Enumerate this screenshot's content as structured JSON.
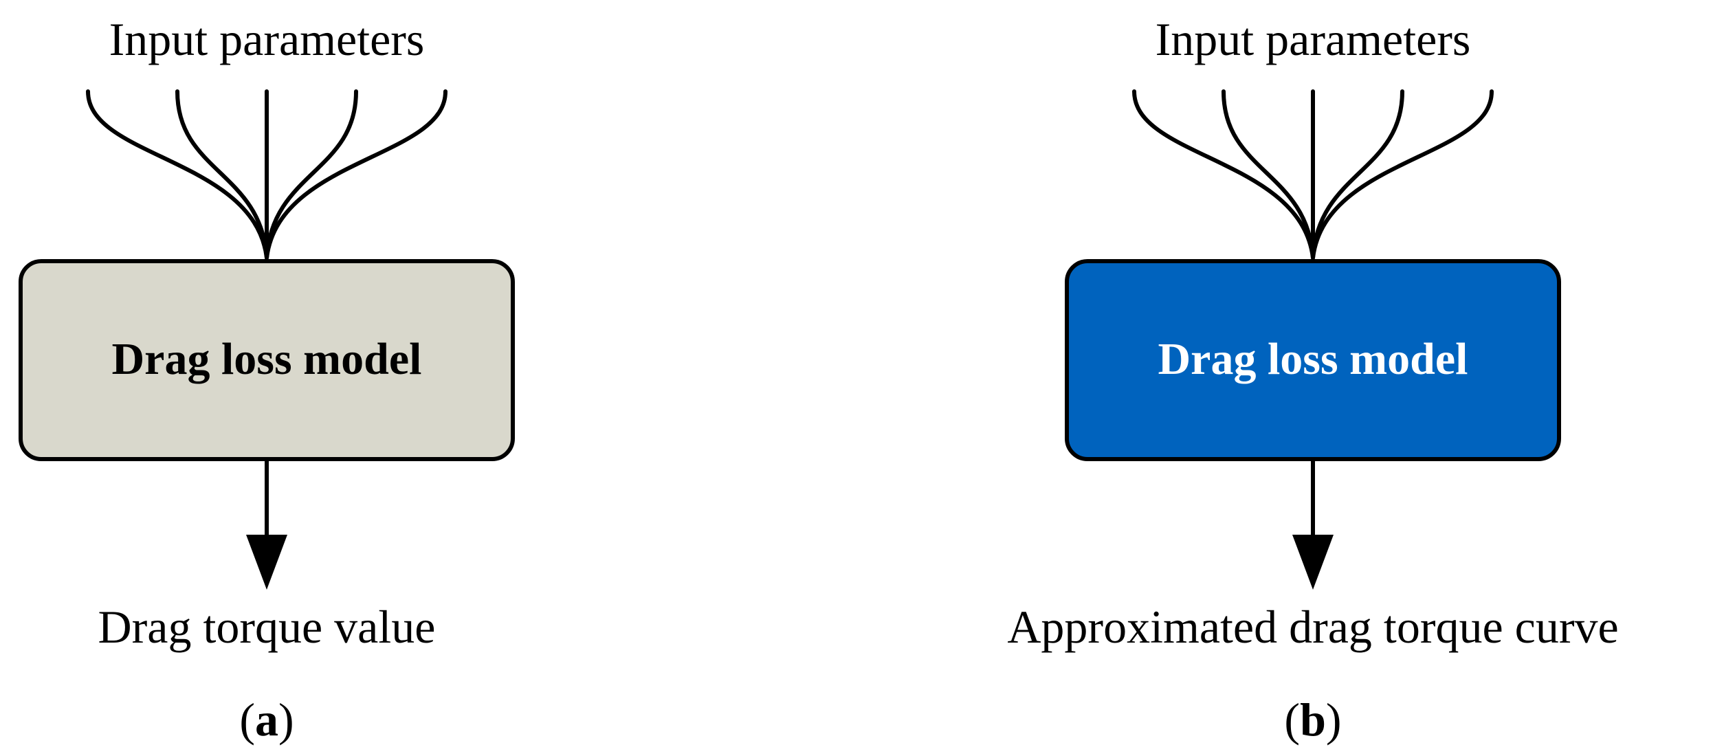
{
  "panels": [
    {
      "input_label": "Input parameters",
      "model_label": "Drag loss model",
      "output_label": "Drag torque value",
      "panel_letter": "a",
      "box_fill": "#d9d8cc",
      "box_text_color": "#000000"
    },
    {
      "input_label": "Input parameters",
      "model_label": "Drag loss model",
      "output_label": "Approximated drag torque curve",
      "panel_letter": "b",
      "box_fill": "#0063be",
      "box_text_color": "#ffffff"
    }
  ]
}
